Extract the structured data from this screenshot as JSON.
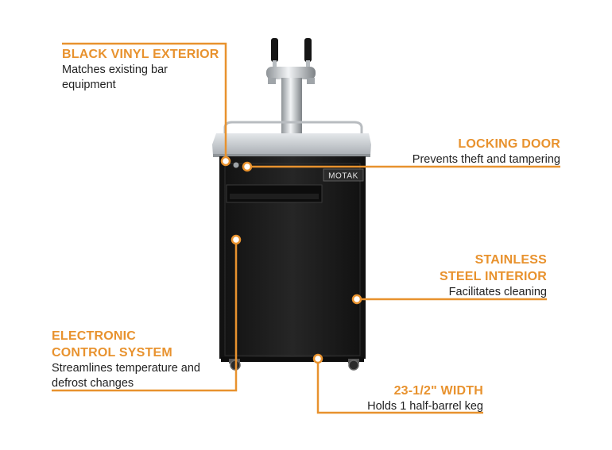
{
  "colors": {
    "accent": "#e8922e",
    "text": "#222222",
    "cabinet": "#1c1c1c",
    "steel": "#c8ccd0"
  },
  "brand": "MOTAK",
  "callouts": {
    "exterior": {
      "title": "BLACK VINYL EXTERIOR",
      "desc": "Matches existing bar\nequipment"
    },
    "door": {
      "title": "LOCKING DOOR",
      "desc": "Prevents theft and tampering"
    },
    "interior": {
      "title": "STAINLESS\nSTEEL INTERIOR",
      "desc": "Facilitates cleaning"
    },
    "control": {
      "title": "ELECTRONIC\nCONTROL SYSTEM",
      "desc": "Streamlines temperature and\ndefrost changes"
    },
    "width": {
      "title": "23-1/2\" WIDTH",
      "desc": "Holds 1 half-barrel keg"
    }
  }
}
